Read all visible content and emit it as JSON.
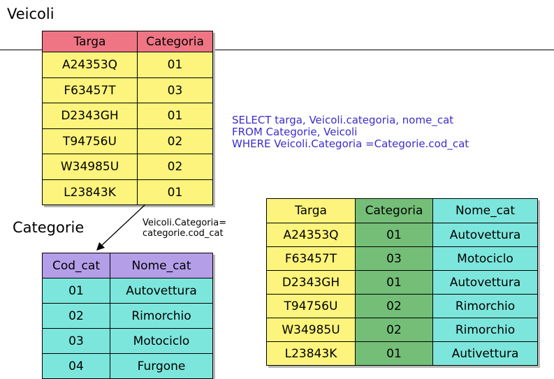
{
  "veicoli": {
    "title": "Veicoli",
    "headers": [
      "Targa",
      "Categoria"
    ],
    "rows": [
      [
        "A24353Q",
        "01"
      ],
      [
        "F63457T",
        "03"
      ],
      [
        "D2343GH",
        "01"
      ],
      [
        "T94756U",
        "02"
      ],
      [
        "W34985U",
        "02"
      ],
      [
        "L23843K",
        "01"
      ]
    ]
  },
  "categorie": {
    "title": "Categorie",
    "headers": [
      "Cod_cat",
      "Nome_cat"
    ],
    "rows": [
      [
        "01",
        "Autovettura"
      ],
      [
        "02",
        "Rimorchio"
      ],
      [
        "03",
        "Motociclo"
      ],
      [
        "04",
        "Furgone"
      ]
    ]
  },
  "sql": {
    "lines": [
      "SELECT targa, Veicoli.categoria, nome_cat",
      "FROM Categorie, Veicoli",
      "WHERE Veicoli.Categoria =Categorie.cod_cat"
    ]
  },
  "join_note": {
    "lines": [
      "Veicoli.Categoria=",
      "categorie.cod_cat"
    ]
  },
  "result": {
    "headers": [
      "Targa",
      "Categoria",
      "Nome_cat"
    ],
    "rows": [
      [
        "A24353Q",
        "01",
        "Autovettura"
      ],
      [
        "F63457T",
        "03",
        "Motociclo"
      ],
      [
        "D2343GH",
        "01",
        "Autovettura"
      ],
      [
        "T94756U",
        "02",
        "Rimorchio"
      ],
      [
        "W34985U",
        "02",
        "Rimorchio"
      ],
      [
        "L23843K",
        "01",
        "Autivettura"
      ]
    ]
  },
  "colors": {
    "veicoli_header": "#ef7585",
    "yellow": "#fcf47c",
    "categorie_header": "#b49ee8",
    "cyan": "#7de6dc",
    "green": "#74be78"
  }
}
